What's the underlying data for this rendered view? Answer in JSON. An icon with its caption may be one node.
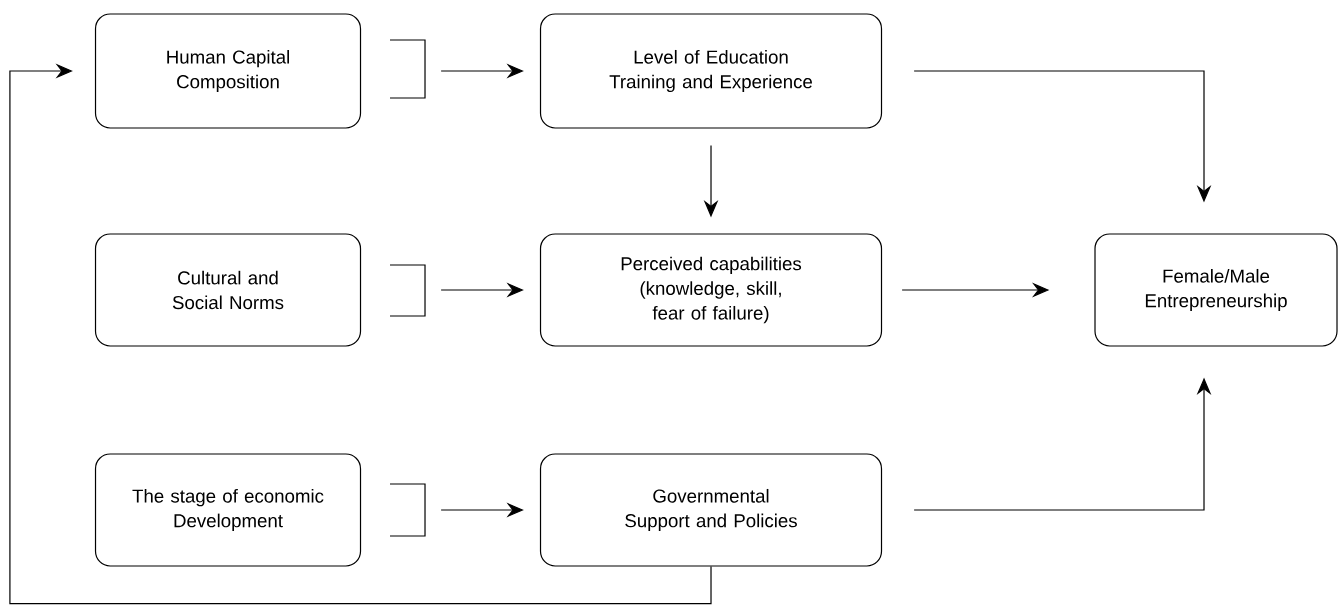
{
  "diagram": {
    "nodes": [
      {
        "text": [
          "Human Capital Composition"
        ]
      },
      {
        "text": [
          "Level of Education Training and Experience"
        ]
      },
      {
        "text": [
          "Cultural and Social Norms"
        ]
      },
      {
        "text": [
          "Perceived capabilities (knowledge, skill, fear of failure)"
        ]
      },
      {
        "text": [
          "Female/Male Entrepreneurship"
        ]
      },
      {
        "text": [
          "The stage of economic Development"
        ]
      },
      {
        "text": [
          "Governmental Support and Policies"
        ]
      }
    ],
    "edges": [
      {
        "from": 0,
        "to": 1,
        "arrow": "to"
      },
      {
        "from": 1,
        "to": 3,
        "arrow": "to"
      },
      {
        "from": 1,
        "to": 4,
        "arrow": "to"
      },
      {
        "from": 2,
        "to": 3,
        "arrow": "to"
      },
      {
        "from": 3,
        "to": 4,
        "arrow": "to"
      },
      {
        "from": 5,
        "to": 6,
        "arrow": "to"
      },
      {
        "from": 6,
        "to": 4,
        "arrow": "to"
      },
      {
        "from": 6,
        "to": 0,
        "arrow": "to"
      }
    ]
  }
}
